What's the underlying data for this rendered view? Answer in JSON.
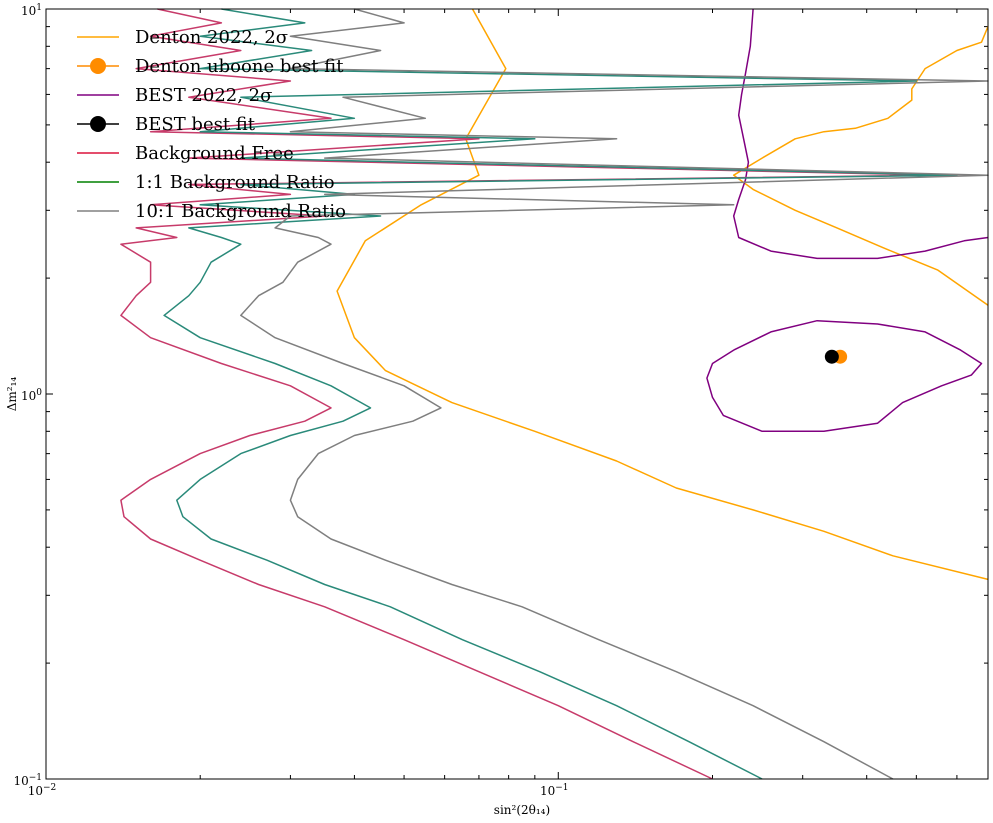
{
  "chart_data": {
    "type": "line",
    "xscale": "log",
    "yscale": "log",
    "xlim": [
      0.01,
      0.69
    ],
    "ylim": [
      0.1,
      10
    ],
    "xlabel": "sin²(2θ₁₄)",
    "ylabel": "Δm²₁₄",
    "x_ticks": [
      {
        "value": 0.01,
        "base": "10",
        "exp": "−2"
      },
      {
        "value": 0.1,
        "base": "10",
        "exp": "−1"
      }
    ],
    "y_ticks": [
      {
        "value": 0.1,
        "base": "10",
        "exp": "−1"
      },
      {
        "value": 1,
        "base": "10",
        "exp": "0"
      },
      {
        "value": 10,
        "base": "10",
        "exp": "1"
      }
    ],
    "legend_position": "top-left",
    "legend": [
      {
        "label": "Denton 2022, 2σ",
        "color": "#ffa500",
        "marker": "line"
      },
      {
        "label": "Denton uboone best fit",
        "color": "#ff8c00",
        "marker": "dot"
      },
      {
        "label": "BEST 2022, 2σ",
        "color": "#800080",
        "marker": "line"
      },
      {
        "label": "BEST best fit",
        "color": "#000000",
        "marker": "dot"
      },
      {
        "label": "Background Free",
        "color": "#dc143c",
        "marker": "line"
      },
      {
        "label": "1:1 Background Ratio",
        "color": "#008000",
        "marker": "line"
      },
      {
        "label": "10:1 Background Ratio",
        "color": "#808080",
        "marker": "line"
      }
    ],
    "series": [
      {
        "name": "Denton 2022, 2σ",
        "color": "#ffa500",
        "kind": "contour",
        "segments": [
          [
            [
              0.068,
              10
            ],
            [
              0.079,
              7.0
            ],
            [
              0.066,
              4.6
            ],
            [
              0.07,
              3.7
            ],
            [
              0.054,
              3.1
            ],
            [
              0.042,
              2.5
            ],
            [
              0.037,
              1.85
            ],
            [
              0.04,
              1.4
            ],
            [
              0.046,
              1.15
            ],
            [
              0.062,
              0.95
            ],
            [
              0.09,
              0.8
            ],
            [
              0.13,
              0.67
            ],
            [
              0.17,
              0.57
            ],
            [
              0.24,
              0.5
            ],
            [
              0.33,
              0.44
            ],
            [
              0.45,
              0.38
            ],
            [
              0.69,
              0.33
            ]
          ],
          [
            [
              0.69,
              9.0
            ],
            [
              0.67,
              8.2
            ],
            [
              0.6,
              7.8
            ],
            [
              0.52,
              7.0
            ],
            [
              0.49,
              6.2
            ],
            [
              0.49,
              5.8
            ],
            [
              0.44,
              5.2
            ],
            [
              0.38,
              4.9
            ],
            [
              0.33,
              4.8
            ],
            [
              0.29,
              4.6
            ],
            [
              0.25,
              4.1
            ],
            [
              0.22,
              3.7
            ],
            [
              0.24,
              3.4
            ],
            [
              0.29,
              3.0
            ],
            [
              0.35,
              2.7
            ],
            [
              0.43,
              2.4
            ],
            [
              0.55,
              2.1
            ],
            [
              0.69,
              1.7
            ]
          ]
        ]
      },
      {
        "name": "BEST 2022, 2σ",
        "color": "#800080",
        "kind": "contour",
        "segments": [
          [
            [
              0.24,
              10
            ],
            [
              0.237,
              8.0
            ],
            [
              0.232,
              6.8
            ],
            [
              0.228,
              6.0
            ],
            [
              0.225,
              5.3
            ],
            [
              0.23,
              4.6
            ],
            [
              0.235,
              4.0
            ],
            [
              0.232,
              3.6
            ],
            [
              0.225,
              3.2
            ],
            [
              0.22,
              2.9
            ],
            [
              0.225,
              2.55
            ],
            [
              0.26,
              2.35
            ],
            [
              0.32,
              2.25
            ],
            [
              0.42,
              2.25
            ],
            [
              0.52,
              2.35
            ],
            [
              0.62,
              2.5
            ],
            [
              0.69,
              2.55
            ]
          ],
          [
            [
              0.22,
              1.3
            ],
            [
              0.26,
              1.45
            ],
            [
              0.32,
              1.55
            ],
            [
              0.42,
              1.52
            ],
            [
              0.52,
              1.45
            ],
            [
              0.61,
              1.3
            ],
            [
              0.67,
              1.2
            ],
            [
              0.64,
              1.12
            ],
            [
              0.56,
              1.05
            ],
            [
              0.47,
              0.95
            ],
            [
              0.42,
              0.84
            ],
            [
              0.33,
              0.8
            ],
            [
              0.25,
              0.8
            ],
            [
              0.21,
              0.88
            ],
            [
              0.2,
              0.98
            ],
            [
              0.195,
              1.1
            ],
            [
              0.2,
              1.2
            ],
            [
              0.22,
              1.3
            ]
          ]
        ]
      },
      {
        "name": "Background Free",
        "color": "#c73b6a",
        "kind": "contour",
        "segments": [
          [
            [
              0.0165,
              10
            ],
            [
              0.022,
              9.2
            ],
            [
              0.016,
              8.5
            ],
            [
              0.024,
              7.8
            ],
            [
              0.015,
              7.0
            ],
            [
              0.03,
              6.5
            ],
            [
              0.019,
              5.9
            ],
            [
              0.036,
              5.2
            ],
            [
              0.016,
              4.8
            ],
            [
              0.07,
              4.6
            ],
            [
              0.019,
              4.1
            ],
            [
              0.55,
              3.7
            ],
            [
              0.019,
              3.5
            ],
            [
              0.03,
              3.3
            ],
            [
              0.016,
              3.1
            ],
            [
              0.035,
              2.9
            ],
            [
              0.015,
              2.7
            ],
            [
              0.018,
              2.55
            ],
            [
              0.014,
              2.45
            ],
            [
              0.016,
              2.2
            ],
            [
              0.016,
              1.95
            ],
            [
              0.015,
              1.8
            ],
            [
              0.014,
              1.6
            ],
            [
              0.016,
              1.4
            ],
            [
              0.022,
              1.2
            ],
            [
              0.03,
              1.05
            ],
            [
              0.036,
              0.92
            ],
            [
              0.032,
              0.85
            ],
            [
              0.025,
              0.78
            ],
            [
              0.02,
              0.7
            ],
            [
              0.016,
              0.6
            ],
            [
              0.014,
              0.53
            ],
            [
              0.0142,
              0.48
            ],
            [
              0.016,
              0.42
            ],
            [
              0.02,
              0.37
            ],
            [
              0.026,
              0.32
            ],
            [
              0.035,
              0.28
            ],
            [
              0.05,
              0.23
            ],
            [
              0.07,
              0.19
            ],
            [
              0.1,
              0.155
            ],
            [
              0.14,
              0.125
            ],
            [
              0.2,
              0.1
            ]
          ]
        ]
      },
      {
        "name": "1:1 Background Ratio",
        "color": "#2a8a7a",
        "kind": "contour",
        "segments": [
          [
            [
              0.022,
              10
            ],
            [
              0.032,
              9.2
            ],
            [
              0.02,
              8.5
            ],
            [
              0.033,
              7.8
            ],
            [
              0.02,
              7.0
            ],
            [
              0.5,
              6.5
            ],
            [
              0.024,
              5.9
            ],
            [
              0.04,
              5.2
            ],
            [
              0.02,
              4.8
            ],
            [
              0.09,
              4.6
            ],
            [
              0.024,
              4.1
            ],
            [
              0.6,
              3.7
            ],
            [
              0.024,
              3.5
            ],
            [
              0.04,
              3.3
            ],
            [
              0.02,
              3.1
            ],
            [
              0.045,
              2.9
            ],
            [
              0.019,
              2.7
            ],
            [
              0.022,
              2.55
            ],
            [
              0.024,
              2.45
            ],
            [
              0.021,
              2.2
            ],
            [
              0.02,
              1.95
            ],
            [
              0.019,
              1.8
            ],
            [
              0.017,
              1.6
            ],
            [
              0.02,
              1.4
            ],
            [
              0.028,
              1.2
            ],
            [
              0.036,
              1.05
            ],
            [
              0.043,
              0.92
            ],
            [
              0.038,
              0.85
            ],
            [
              0.03,
              0.78
            ],
            [
              0.024,
              0.7
            ],
            [
              0.02,
              0.6
            ],
            [
              0.018,
              0.53
            ],
            [
              0.0185,
              0.48
            ],
            [
              0.021,
              0.42
            ],
            [
              0.027,
              0.37
            ],
            [
              0.035,
              0.32
            ],
            [
              0.047,
              0.28
            ],
            [
              0.065,
              0.23
            ],
            [
              0.092,
              0.19
            ],
            [
              0.13,
              0.155
            ],
            [
              0.18,
              0.125
            ],
            [
              0.25,
              0.1
            ]
          ]
        ]
      },
      {
        "name": "10:1 Background Ratio",
        "color": "#7f7f7f",
        "kind": "contour",
        "segments": [
          [
            [
              0.04,
              10
            ],
            [
              0.05,
              9.2
            ],
            [
              0.03,
              8.5
            ],
            [
              0.045,
              7.8
            ],
            [
              0.03,
              7.0
            ],
            [
              0.69,
              6.5
            ],
            [
              0.038,
              5.9
            ],
            [
              0.055,
              5.2
            ],
            [
              0.03,
              4.8
            ],
            [
              0.13,
              4.6
            ],
            [
              0.035,
              4.1
            ],
            [
              0.69,
              3.7
            ],
            [
              0.035,
              3.3
            ],
            [
              0.22,
              3.1
            ],
            [
              0.03,
              2.9
            ],
            [
              0.028,
              2.7
            ],
            [
              0.034,
              2.55
            ],
            [
              0.036,
              2.45
            ],
            [
              0.031,
              2.2
            ],
            [
              0.029,
              1.95
            ],
            [
              0.026,
              1.8
            ],
            [
              0.024,
              1.6
            ],
            [
              0.028,
              1.4
            ],
            [
              0.038,
              1.2
            ],
            [
              0.05,
              1.05
            ],
            [
              0.059,
              0.92
            ],
            [
              0.052,
              0.85
            ],
            [
              0.04,
              0.78
            ],
            [
              0.034,
              0.7
            ],
            [
              0.031,
              0.6
            ],
            [
              0.03,
              0.53
            ],
            [
              0.031,
              0.48
            ],
            [
              0.036,
              0.42
            ],
            [
              0.046,
              0.37
            ],
            [
              0.062,
              0.32
            ],
            [
              0.085,
              0.28
            ],
            [
              0.12,
              0.23
            ],
            [
              0.17,
              0.19
            ],
            [
              0.24,
              0.155
            ],
            [
              0.33,
              0.125
            ],
            [
              0.45,
              0.1
            ]
          ]
        ]
      }
    ],
    "points": [
      {
        "name": "Denton uboone best fit",
        "x": 0.355,
        "y": 1.25,
        "color": "#ff8c00"
      },
      {
        "name": "BEST best fit",
        "x": 0.342,
        "y": 1.25,
        "color": "#000000"
      }
    ]
  }
}
